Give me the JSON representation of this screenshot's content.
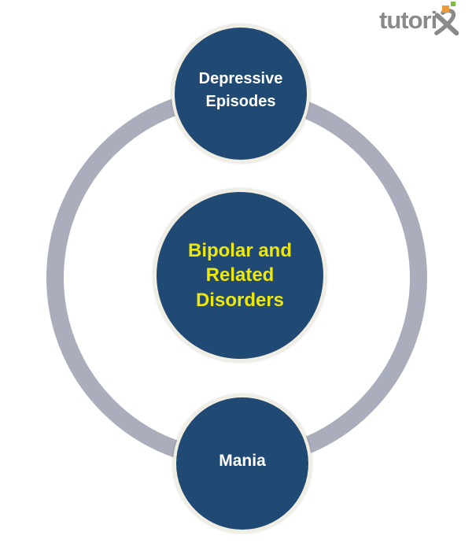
{
  "logo": {
    "text": "tutorix",
    "text_main": "tutori",
    "text_color": "#8A8A8A",
    "orange_square_color": "#E89B3C",
    "green_square_color": "#7FBD42"
  },
  "diagram": {
    "colors": {
      "background": "#FFFFFF",
      "circle_fill": "#204A73",
      "circle_border": "#F1EEE3",
      "ring": "#A9ADBC",
      "center_text": "#EDE70C",
      "node_text": "#FFFFFF"
    },
    "center": {
      "label": "Bipolar and Related Disorders"
    },
    "nodes": [
      {
        "id": "top",
        "label": "Depressive Episodes"
      },
      {
        "id": "bottom",
        "label": "Mania"
      }
    ]
  }
}
